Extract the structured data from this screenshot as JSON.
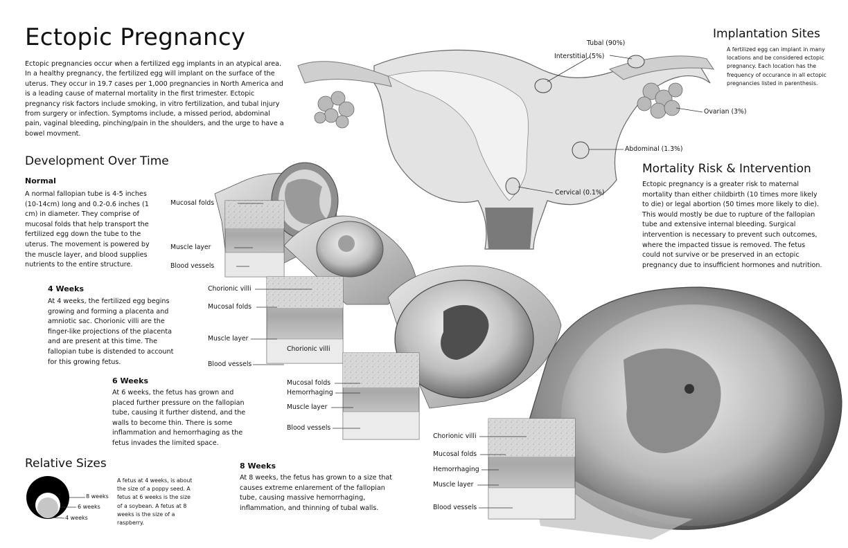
{
  "title": "Ectopic Pregnancy",
  "intro": "Ectopic pregnancies occur when a fertilized egg implants in an atypical area. In a healthy pregnancy, the fertilized egg will implant on the surface of the uterus. They occur in 19.7 cases per 1,000 pregnancies in North America and is a leading cause of maternal mortality in the first trimester. Ectopic pregnancy risk factors include smoking, in vitro fertilization, and tubal injury from surgery or infection. Symptoms include, a missed period, abdominal pain, vaginal bleeding, pinching/pain in the shoulders, and the urge to have a bowel movment.",
  "development": {
    "heading": "Development Over Time",
    "normal": {
      "heading": "Normal",
      "text": "A normal fallopian tube is 4-5 inches (10-14cm) long and 0.2-0.6 inches (1 cm) in diameter. They comprise of mucosal folds that help transport the fertilized egg down the tube to the uterus. The movement is powered by the muscle layer, and blood supplies nutrients to the entire structure.",
      "labels": [
        "Mucosal folds",
        "Muscle layer",
        "Blood vessels"
      ]
    },
    "week4": {
      "heading": "4 Weeks",
      "text": "At 4 weeks, the fertilized egg begins growing and forming a placenta and amniotic sac. Chorionic villi are the finger-like projections of the placenta and are present at this time. The fallopian tube is distended to account for this growing fetus.",
      "labels": [
        "Chorionic villi",
        "Mucosal folds",
        "Muscle layer",
        "Blood vessels"
      ],
      "inner_label": "Chorionic villi"
    },
    "week6": {
      "heading": "6 Weeks",
      "text": "At 6 weeks, the fetus has grown and placed further pressure on the fallopian tube, causing it further distend, and the walls to become thin. There is some inflammation and hemorrhaging as the fetus invades the limited space.",
      "labels": [
        "Mucosal folds",
        "Hemorrhaging",
        "Muscle layer",
        "Blood vessels"
      ]
    },
    "week8": {
      "heading": "8 Weeks",
      "text": "At 8 weeks, the fetus has grown to a size that causes extreme enlarement of the fallopian tube, causing massive hemorrhaging, inflammation, and thinning of tubal walls.",
      "labels": [
        "Chorionic villi",
        "Mucosal folds",
        "Hemorrhaging",
        "Muscle layer",
        "Blood vessels"
      ]
    }
  },
  "relative_sizes": {
    "heading": "Relative Sizes",
    "text": "A fetus at 4 weeks, is about the size of a poppy seed. A fetus at 6 weeks is the size of a soybean. A fetus at 8 weeks is the size of a raspberry.",
    "labels": [
      "8 weeks",
      "6 weeks",
      "4 weeks"
    ]
  },
  "implantation": {
    "heading": "Implantation Sites",
    "text": "A fertilized egg can implant in many locations and be considered ectopic pregnancy. Each location has the frequency of occurance in all ectopic pregnancies listed in parenthesis.",
    "sites": [
      "Tubal (90%)",
      "Interstitial (5%)",
      "Ovarian (3%)",
      "Abdominal (1.3%)",
      "Cervical (0.1%)"
    ]
  },
  "mortality": {
    "heading": "Mortality Risk & Intervention",
    "text": "Ectopic pregnancy is a greater risk to maternal mortality than either childbirth (10 times more likely to die) or legal abortion (50 times more likely to die). This would mostly be due to rupture of the fallopian tube and extensive internal bleeding. Surgical intervention is necessary to prevent such outcomes, where the impacted tissue is removed. The fetus could not survive or be preserved in an ectopic pregnancy due to insufficient hormones and nutrition."
  }
}
